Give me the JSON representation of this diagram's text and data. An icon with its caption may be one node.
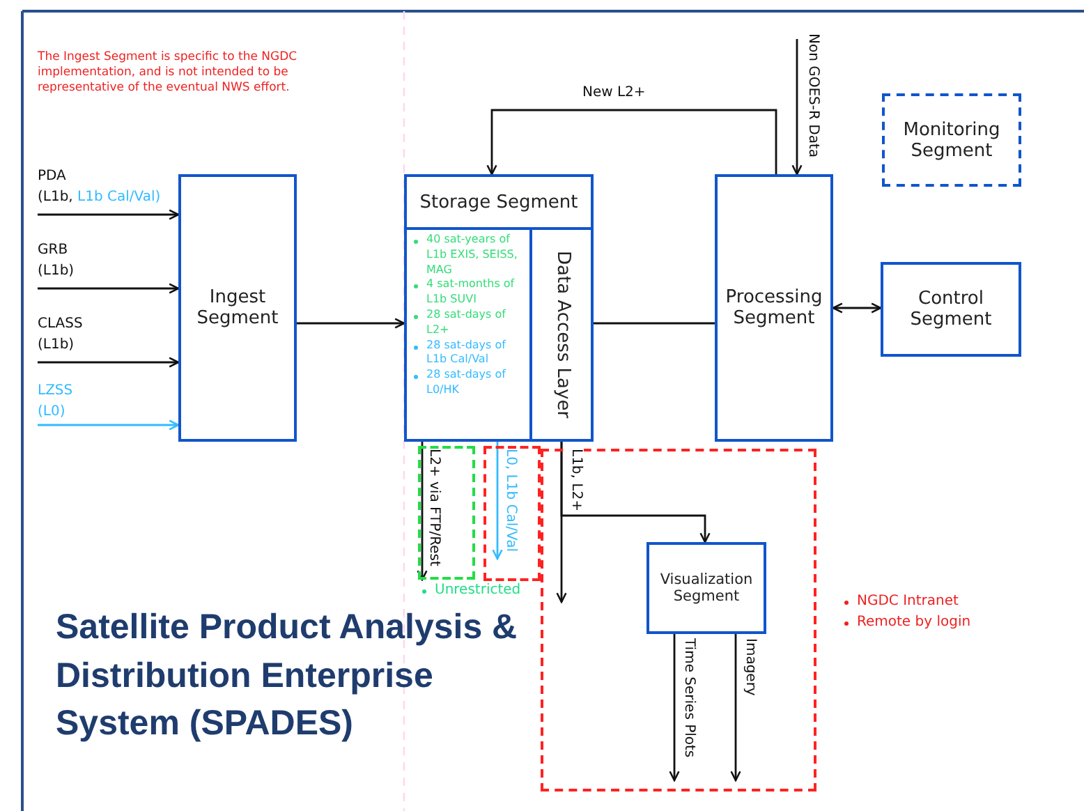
{
  "diagram": {
    "title": "Satellite Product Analysis & Distribution Enterprise System (SPADES)",
    "nodes": [
      {
        "text": [
          "PDA",
          "(L1b,",
          "L1b Cal/Val)"
        ]
      },
      {
        "text": [
          "GRB",
          "(L1b)"
        ]
      },
      {
        "text": [
          "CLASS",
          "(L1b)"
        ]
      },
      {
        "text": [
          "LZSS",
          "(L0)"
        ]
      },
      {
        "text": [
          "Ingest Segment"
        ]
      },
      {
        "text": [
          "Storage Segment",
          "40 sat-years of L1b EXIS, SEISS, MAG",
          "4 sat-months of L1b SUVI",
          "28 sat-days of L2+",
          "28 sat-days of L1b Cal/Val",
          "28 sat-days of L0/HK"
        ]
      },
      {
        "text": [
          "Data Access Layer"
        ],
        "in": 5
      },
      {
        "text": [
          "Processing Segment"
        ]
      },
      {
        "text": [
          "Monitoring Segment"
        ]
      },
      {
        "text": [
          "Control Segment"
        ]
      },
      {
        "text": [],
        "shape": "box",
        "beside": [
          "Unrestricted"
        ]
      },
      {
        "text": [],
        "shape": "box"
      },
      {
        "text": [],
        "shape": "box",
        "beside": [
          "NGDC Intranet",
          "Remote by login"
        ]
      },
      {
        "text": [
          "Visualization Segment"
        ],
        "in": 12
      }
    ],
    "edges": [
      {
        "from": 0,
        "to": 4,
        "arrow": "to"
      },
      {
        "from": 1,
        "to": 4,
        "arrow": "to"
      },
      {
        "from": 2,
        "to": 4,
        "arrow": "to"
      },
      {
        "from": 3,
        "to": 4,
        "arrow": "to",
        "color": "#33bbff"
      },
      {
        "from": 4,
        "to": 5,
        "arrow": "to"
      },
      {
        "from": 6,
        "to": 7,
        "arrow": "none"
      },
      {
        "from": 7,
        "to": 5,
        "arrow": "to",
        "label": "New L2+"
      },
      {
        "from": null,
        "to": 7,
        "arrow": "to",
        "label": "Non GOES-R Data"
      },
      {
        "from": 7,
        "to": 9,
        "arrow": "both"
      },
      {
        "from": 5,
        "to": 10,
        "arrow": "to",
        "label": "L2+ via FTP/Rest"
      },
      {
        "from": 5,
        "to": 11,
        "arrow": "to",
        "label": "L0, L1b Cal/Val",
        "color": "#33bbff"
      },
      {
        "from": 6,
        "to": 12,
        "arrow": "to",
        "label": "L1b, L2+"
      },
      {
        "from": 6,
        "to": 13,
        "arrow": "to"
      },
      {
        "from": 13,
        "to": null,
        "arrow": "to",
        "label": "Time Series Plots"
      },
      {
        "from": 13,
        "to": null,
        "arrow": "to",
        "label": "Imagery"
      }
    ],
    "labels": [
      "The Ingest Segment is specific to the NGDC implementation, and is not intended to be representative of the eventual NWS effort."
    ]
  }
}
